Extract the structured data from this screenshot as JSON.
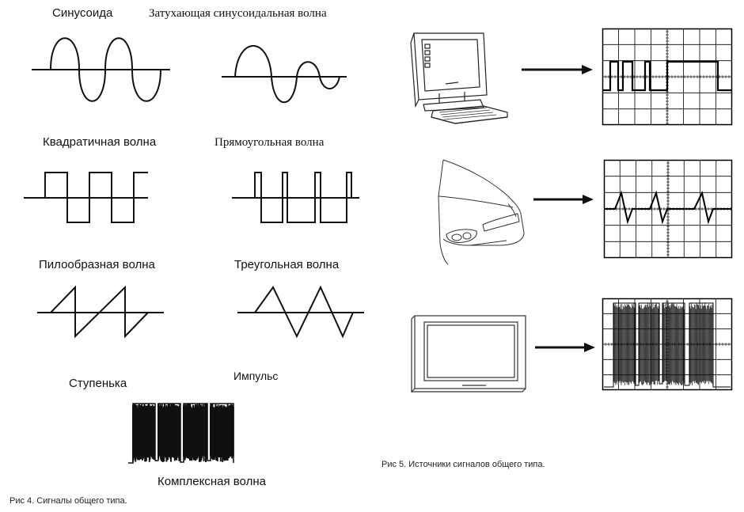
{
  "waveforms": {
    "sine": "Синусоида",
    "damped": "Затухающая синусоидальная волна",
    "square": "Квадратичная волна",
    "rect": "Прямоугольная волна",
    "saw": "Пилообразная волна",
    "triangle": "Треугольная  волна",
    "step": "Ступенька",
    "impulse": "Импульс",
    "complex": "Комплексная волна"
  },
  "captions": {
    "fig4": "Рис 4. Сигналы общего типа.",
    "fig5": "Рис 5. Источники сигналов общего типа."
  },
  "icons": {
    "computer": "computer-icon",
    "car": "car-icon",
    "tv": "tv-icon",
    "arrow": "arrow-right-icon"
  },
  "colors": {
    "ink": "#111111",
    "grid": "#000000",
    "bg": "#ffffff"
  }
}
